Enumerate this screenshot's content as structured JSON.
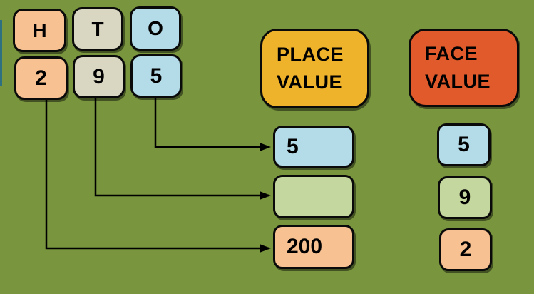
{
  "canvas": {
    "background": "#79953E",
    "accent_strip_color": "#2E6F80",
    "outline_color": "#0a0a0a"
  },
  "hto_table": {
    "headers": [
      {
        "label": "H",
        "color": "#F7C192"
      },
      {
        "label": "T",
        "color": "#D9D6C1"
      },
      {
        "label": "O",
        "color": "#B4DCE8"
      }
    ],
    "digits": [
      {
        "label": "2",
        "color": "#F7C192"
      },
      {
        "label": "9",
        "color": "#D9D6C1"
      },
      {
        "label": "5",
        "color": "#B4DCE8"
      }
    ]
  },
  "place_value": {
    "title": "PLACE VALUE",
    "title_bg": "#EFB32B",
    "items": [
      {
        "value": "5",
        "color": "#B4DCE8"
      },
      {
        "value": "",
        "color": "#C4D79E"
      },
      {
        "value": "200",
        "color": "#F7C192"
      }
    ]
  },
  "face_value": {
    "title": "FACE VALUE",
    "title_bg": "#E05A2B",
    "items": [
      {
        "value": "5",
        "color": "#B4DCE8"
      },
      {
        "value": "9",
        "color": "#C4D79E"
      },
      {
        "value": "2",
        "color": "#F7C192"
      }
    ]
  }
}
